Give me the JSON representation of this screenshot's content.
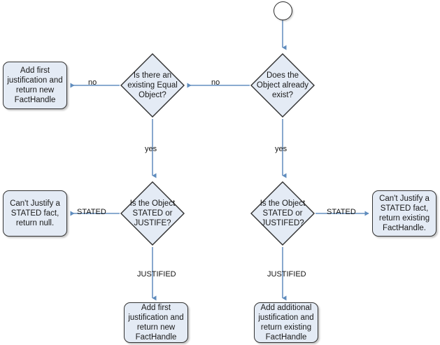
{
  "diagram": {
    "title": "FactHandle justification flowchart",
    "type": "flowchart",
    "colors": {
      "node_fill": "#e4ebf5",
      "node_border": "#333333",
      "edge": "#7a9fc9",
      "background": "#ffffff",
      "text": "#1a1a1a"
    },
    "nodes": [
      {
        "id": "start",
        "kind": "terminator-circle",
        "label": ""
      },
      {
        "id": "does-object-exist",
        "kind": "decision",
        "label": "Does the Object already exist?"
      },
      {
        "id": "existing-equal-object",
        "kind": "decision",
        "label": "Is there an existing Equal Object?"
      },
      {
        "id": "add-first-justification-new-facthandle-top",
        "kind": "process",
        "label": "Add first justification and return new FactHandle"
      },
      {
        "id": "stated-or-justife",
        "kind": "decision",
        "label": "Is the Object STATED or JUSTIFE?"
      },
      {
        "id": "stated-or-justifed",
        "kind": "decision",
        "label": "Is the Object STATED or JUSTIFED?"
      },
      {
        "id": "cant-justify-return-null",
        "kind": "process",
        "label": "Can't Justify a STATED fact, return null."
      },
      {
        "id": "cant-justify-return-existing",
        "kind": "process",
        "label": "Can't Justify a STATED fact, return existing FactHandle."
      },
      {
        "id": "add-first-justification-new-facthandle-bottom",
        "kind": "process",
        "label": "Add first justification and return new FactHandle"
      },
      {
        "id": "add-additional-justification-existing-facthandle",
        "kind": "process",
        "label": "Add additional justification and return existing FactHandle"
      }
    ],
    "edges": [
      {
        "id": "start-to-exist",
        "from": "start",
        "to": "does-object-exist",
        "label": ""
      },
      {
        "id": "exist-no",
        "from": "does-object-exist",
        "to": "existing-equal-object",
        "label": "no"
      },
      {
        "id": "equal-no",
        "from": "existing-equal-object",
        "to": "add-first-justification-new-facthandle-top",
        "label": "no"
      },
      {
        "id": "exist-yes",
        "from": "does-object-exist",
        "to": "stated-or-justifed",
        "label": "yes"
      },
      {
        "id": "equal-yes",
        "from": "existing-equal-object",
        "to": "stated-or-justife",
        "label": "yes"
      },
      {
        "id": "justife-stated",
        "from": "stated-or-justife",
        "to": "cant-justify-return-null",
        "label": "STATED"
      },
      {
        "id": "justifed-stated",
        "from": "stated-or-justifed",
        "to": "cant-justify-return-existing",
        "label": "STATED"
      },
      {
        "id": "justife-justified",
        "from": "stated-or-justife",
        "to": "add-first-justification-new-facthandle-bottom",
        "label": "JUSTIFIED"
      },
      {
        "id": "justifed-justified",
        "from": "stated-or-justifed",
        "to": "add-additional-justification-existing-facthandle",
        "label": "JUSTIFIED"
      }
    ]
  },
  "node_text": {
    "add_first_new_top": "Add first justification and return new FactHandle",
    "is_there_existing_equal": "Is there an existing Equal Object?",
    "does_object_exist": "Does the Object already exist?",
    "cant_justify_null": "Can't Justify a STATED fact, return null.",
    "is_object_stated_justife": "Is the Object STATED or JUSTIFE?",
    "is_object_stated_justifed": "Is the Object STATED or JUSTIFED?",
    "cant_justify_existing": "Can't Justify a STATED fact, return existing FactHandle.",
    "add_first_new_bottom": "Add first justification and return new FactHandle",
    "add_additional_existing": "Add additional justification and return existing FactHandle"
  },
  "edge_text": {
    "no_right": "no",
    "no_left": "no",
    "yes_left": "yes",
    "yes_right": "yes",
    "stated_left": "STATED",
    "stated_right": "STATED",
    "justified_left": "JUSTIFIED",
    "justified_right": "JUSTIFIED"
  }
}
